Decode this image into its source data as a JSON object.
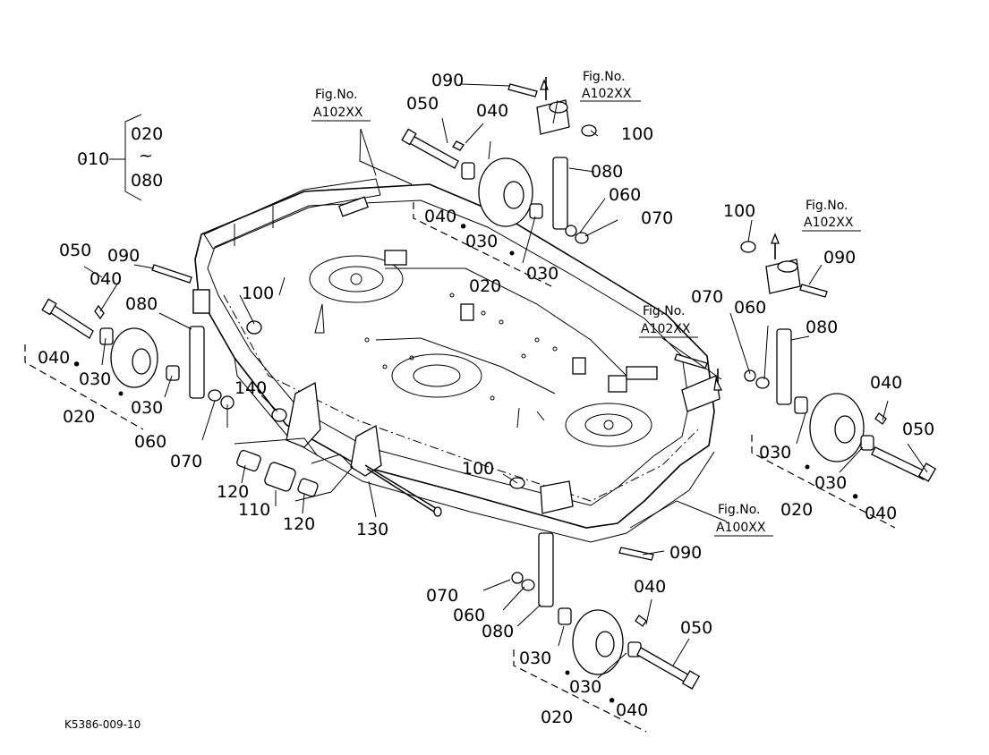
{
  "diagram": {
    "drawing_code": "K5386-009-10",
    "fig_refs": {
      "top_left": {
        "label": "Fig.No.",
        "ref": "A102XX"
      },
      "top_center": {
        "label": "Fig.No.",
        "ref": "A102XX"
      },
      "right": {
        "label": "Fig.No.",
        "ref": "A102XX"
      },
      "center_right": {
        "label": "Fig.No.",
        "ref": "A102XX"
      },
      "bottom": {
        "label": "Fig.No.",
        "ref": "A100XX"
      }
    },
    "assembly": {
      "parent": "010",
      "from": "020",
      "tilde": "~",
      "to": "080"
    },
    "labels": {
      "l050_a": "050",
      "l090_a": "090",
      "l040_a": "040",
      "l080_a": "080",
      "l100_a": "100",
      "l040s_a": "040",
      "l030_a1": "030",
      "l030_a2": "030",
      "l020_a": "020",
      "l060_a": "060",
      "l070_a": "070",
      "l140": "140",
      "l120_a": "120",
      "l110": "110",
      "l120_b": "120",
      "l130": "130",
      "l090_b": "090",
      "l050_b": "050",
      "l040_b": "040",
      "l100_b": "100",
      "l080_b": "080",
      "l060_b": "060",
      "l070_b": "070",
      "l040s_b": "040",
      "l030_b1": "030",
      "l030_b2": "030",
      "l020_b": "020",
      "l100_c": "100",
      "l090_c": "090",
      "l070_c": "070",
      "l060_c": "060",
      "l080_c": "080",
      "l040_c": "040",
      "l050_c": "050",
      "l030_c1": "030",
      "l030_c2": "030",
      "l020_c": "020",
      "l040s_c": "040",
      "l100_d": "100",
      "l090_d": "090",
      "l070_d": "070",
      "l060_d": "060",
      "l080_d": "080",
      "l040_d": "040",
      "l050_d": "050",
      "l030_d1": "030",
      "l030_d2": "030",
      "l020_d": "020",
      "l040s_d": "040"
    }
  }
}
